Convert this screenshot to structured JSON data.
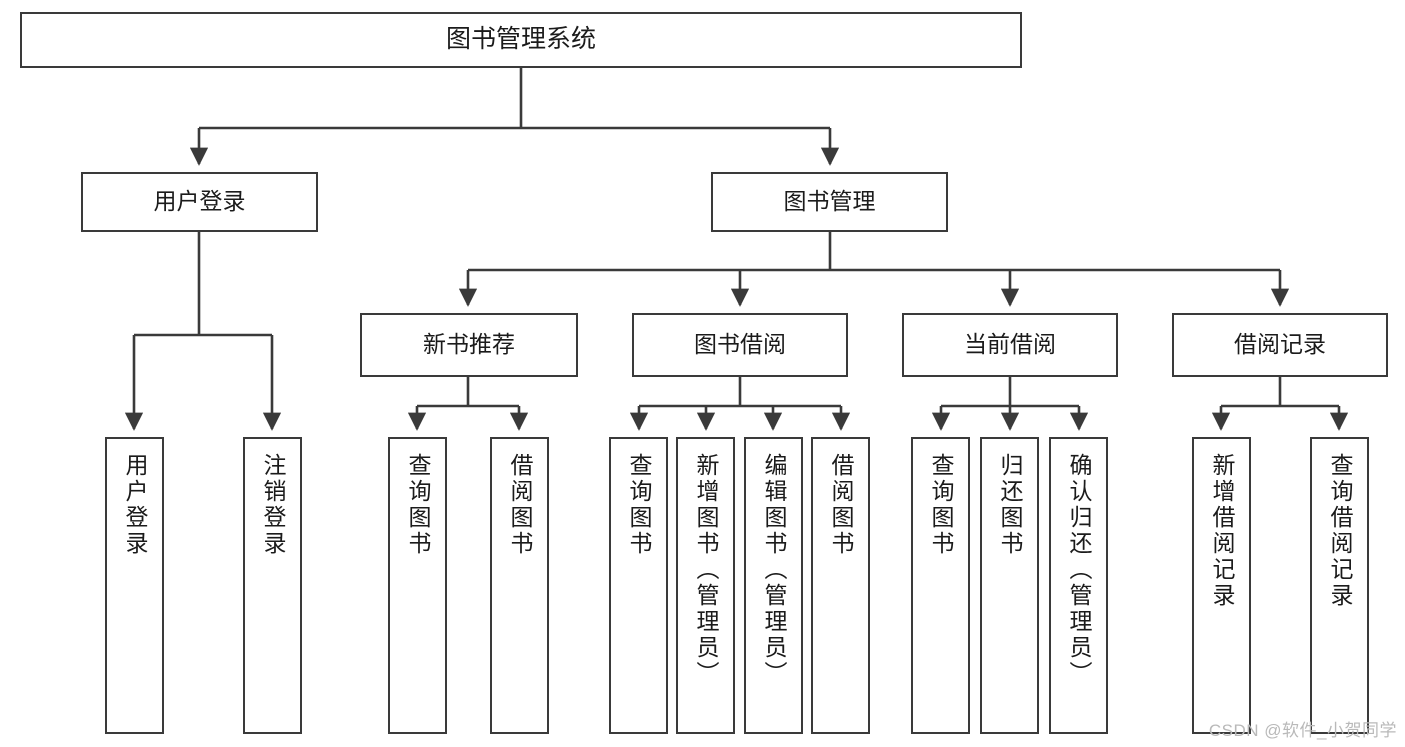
{
  "diagram": {
    "title": "图书管理系统",
    "root": {
      "label": "图书管理系统"
    },
    "level1": [
      {
        "label": "用户登录"
      },
      {
        "label": "图书管理"
      }
    ],
    "level2": [
      {
        "label": "新书推荐"
      },
      {
        "label": "图书借阅"
      },
      {
        "label": "当前借阅"
      },
      {
        "label": "借阅记录"
      }
    ],
    "leaves": {
      "user_login": [
        {
          "label": "用户登录"
        },
        {
          "label": "注销登录"
        }
      ],
      "new_book_recommend": [
        {
          "label": "查询图书"
        },
        {
          "label": "借阅图书"
        }
      ],
      "book_borrow": [
        {
          "label": "查询图书"
        },
        {
          "label": "新增图书（管理员）"
        },
        {
          "label": "编辑图书（管理员）"
        },
        {
          "label": "借阅图书"
        }
      ],
      "current_borrow": [
        {
          "label": "查询图书"
        },
        {
          "label": "归还图书"
        },
        {
          "label": "确认归还（管理员）"
        }
      ],
      "borrow_record": [
        {
          "label": "新增借阅记录"
        },
        {
          "label": "查询借阅记录"
        }
      ]
    }
  },
  "watermark": {
    "text": "CSDN @软件_小贺同学"
  },
  "colors": {
    "box_border": "#3a3a3a",
    "box_fill": "#ffffff",
    "text": "#1b1b1b",
    "connector": "#3a3a3a",
    "watermark": "#b9b9b9",
    "background": "#ffffff"
  }
}
